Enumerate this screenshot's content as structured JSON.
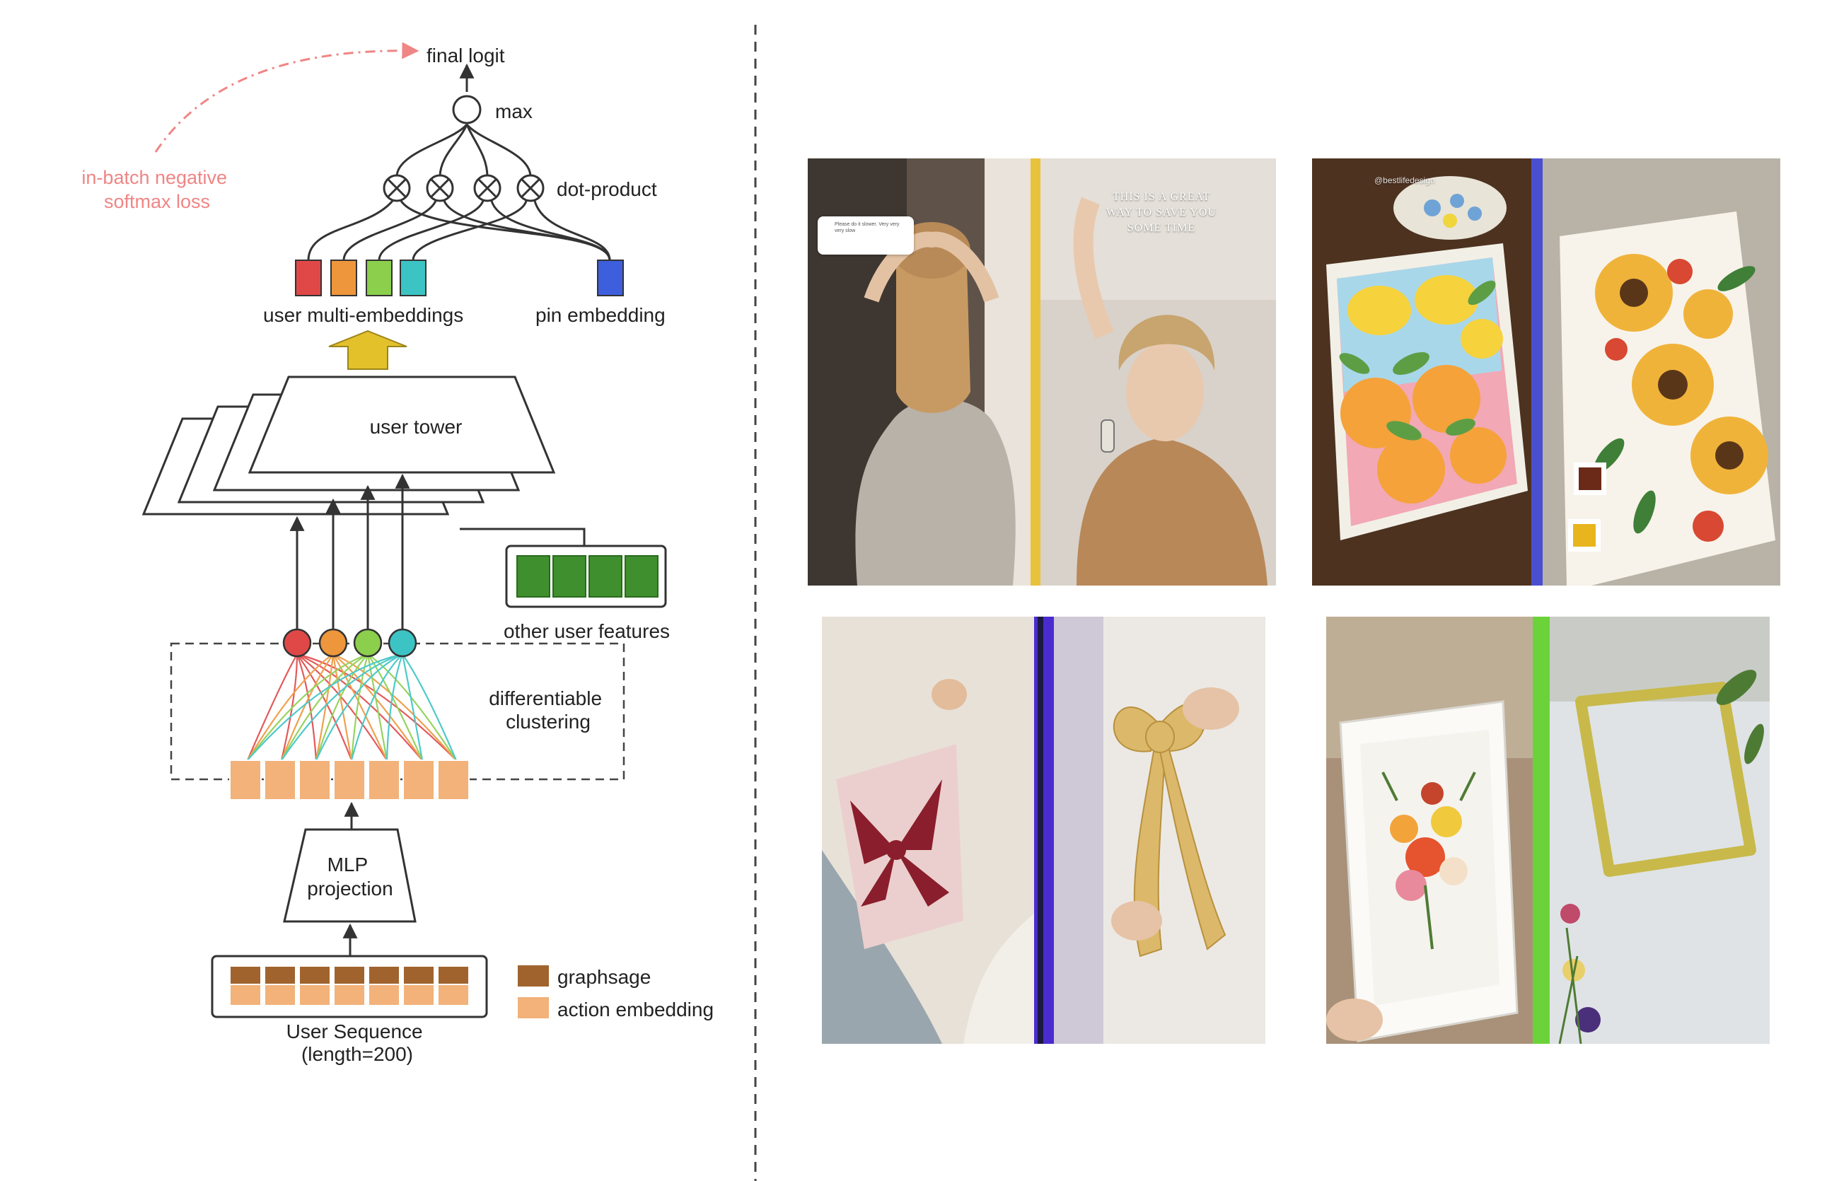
{
  "diagram": {
    "final_logit": "final logit",
    "max": "max",
    "dot_product": "dot-product",
    "loss_line1": "in-batch negative",
    "loss_line2": "softmax loss",
    "user_multi_embeddings": "user multi-embeddings",
    "pin_embedding": "pin embedding",
    "user_tower": "user tower",
    "other_user_features": "other user features",
    "differentiable_line1": "differentiable",
    "differentiable_line2": "clustering",
    "mlp_line1": "MLP",
    "mlp_line2": "projection",
    "sequence_line1": "User Sequence",
    "sequence_line2": "(length=200)",
    "legend_graphsage": "graphsage",
    "legend_action": "action embedding"
  },
  "photos": {
    "hair_overlay": "THIS IS A GREAT WAY TO SAVE YOU SOME TIME",
    "hair_comment": "Please do it slower. Very very very slow",
    "paint_handle": "@bestlifedesign"
  },
  "colors": {
    "embed_red": "#e04848",
    "embed_orange": "#ee963c",
    "embed_green": "#8bcf4d",
    "embed_teal": "#3cc4c4",
    "pin_blue": "#3d5fdd",
    "arrow_yellow": "#e3c12b",
    "feature_green": "#3f8f2e",
    "seq_orange": "#f2b27a",
    "seq_brown": "#a0632e",
    "loss_pink": "#f08585",
    "divider_yellow": "#e8c23a",
    "divider_blue": "#4a4fd0",
    "divider_green": "#6cd23a"
  }
}
